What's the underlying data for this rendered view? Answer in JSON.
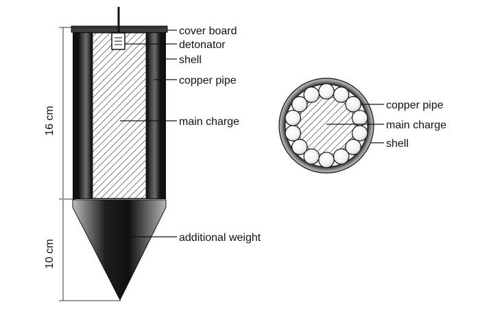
{
  "side_view": {
    "labels": {
      "cover_board": "cover board",
      "detonator": "detonator",
      "shell": "shell",
      "copper_pipe": "copper pipe",
      "main_charge": "main charge",
      "additional_weight": "additional weight"
    },
    "dimensions": {
      "upper": "16 cm",
      "lower": "10 cm"
    }
  },
  "cross_section": {
    "labels": {
      "copper_pipe": "copper pipe",
      "main_charge": "main charge",
      "shell": "shell"
    },
    "ring_pipe_count": 14
  },
  "colors": {
    "dark_body": "#1a1a1a",
    "shell_gray": "#7a7a7a",
    "hatch": "#444444",
    "outline": "#111111"
  }
}
